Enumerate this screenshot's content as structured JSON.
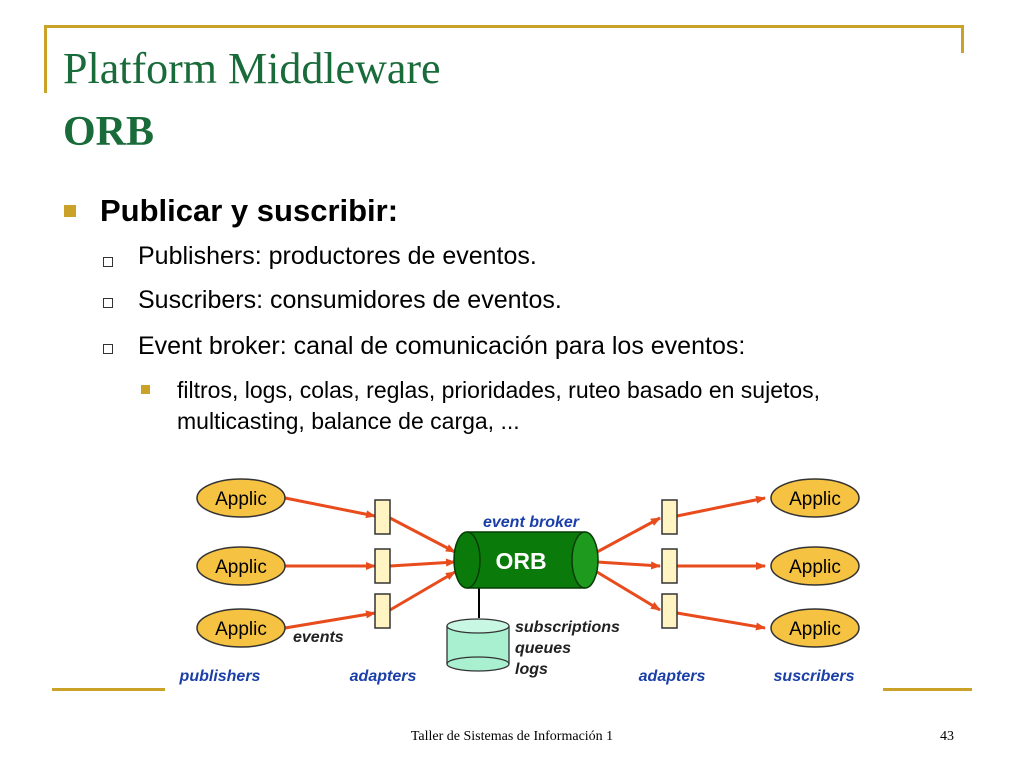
{
  "slide": {
    "title": "Platform Middleware",
    "subtitle": "ORB",
    "footer": "Taller de Sistemas de Información 1",
    "page_number": "43"
  },
  "bullets": {
    "main": "Publicar y suscribir:",
    "sub": [
      "Publishers: productores de eventos.",
      "Suscribers: consumidores de eventos.",
      "Event broker: canal de comunicación para los eventos:"
    ],
    "subsub": "filtros, logs, colas, reglas, prioridades, ruteo basado en sujetos, multicasting, balance de carga, ..."
  },
  "diagram": {
    "applic_label": "Applic",
    "orb_label": "ORB",
    "event_broker_label": "event broker",
    "events_label": "events",
    "publishers_label": "publishers",
    "adapters_left_label": "adapters",
    "adapters_right_label": "adapters",
    "suscribers_label": "suscribers",
    "store_line1": "subscriptions",
    "store_line2": "queues",
    "store_line3": "logs",
    "colors": {
      "applic_fill": "#f5c242",
      "orb_fill": "#0a7a0a",
      "arrow": "#e84b1c",
      "label_blue": "#1a3fa8",
      "store_fill": "#a8f0d0",
      "adapter_fill": "#fff4c2"
    }
  }
}
